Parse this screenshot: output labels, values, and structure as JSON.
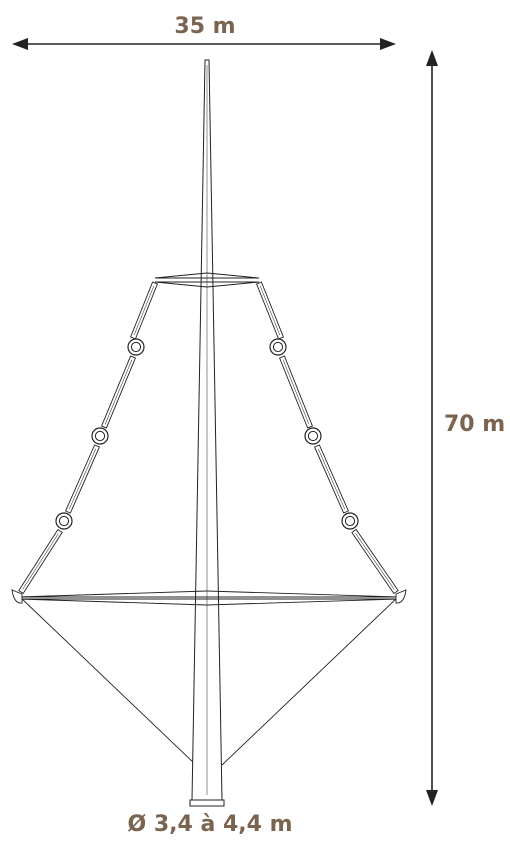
{
  "dimensions": {
    "width": "35 m",
    "height": "70 m",
    "diameter": "Ø 3,4 à 4,4 m"
  },
  "colors": {
    "line": "#222222",
    "label": "#7a6450",
    "background": "#ffffff"
  }
}
